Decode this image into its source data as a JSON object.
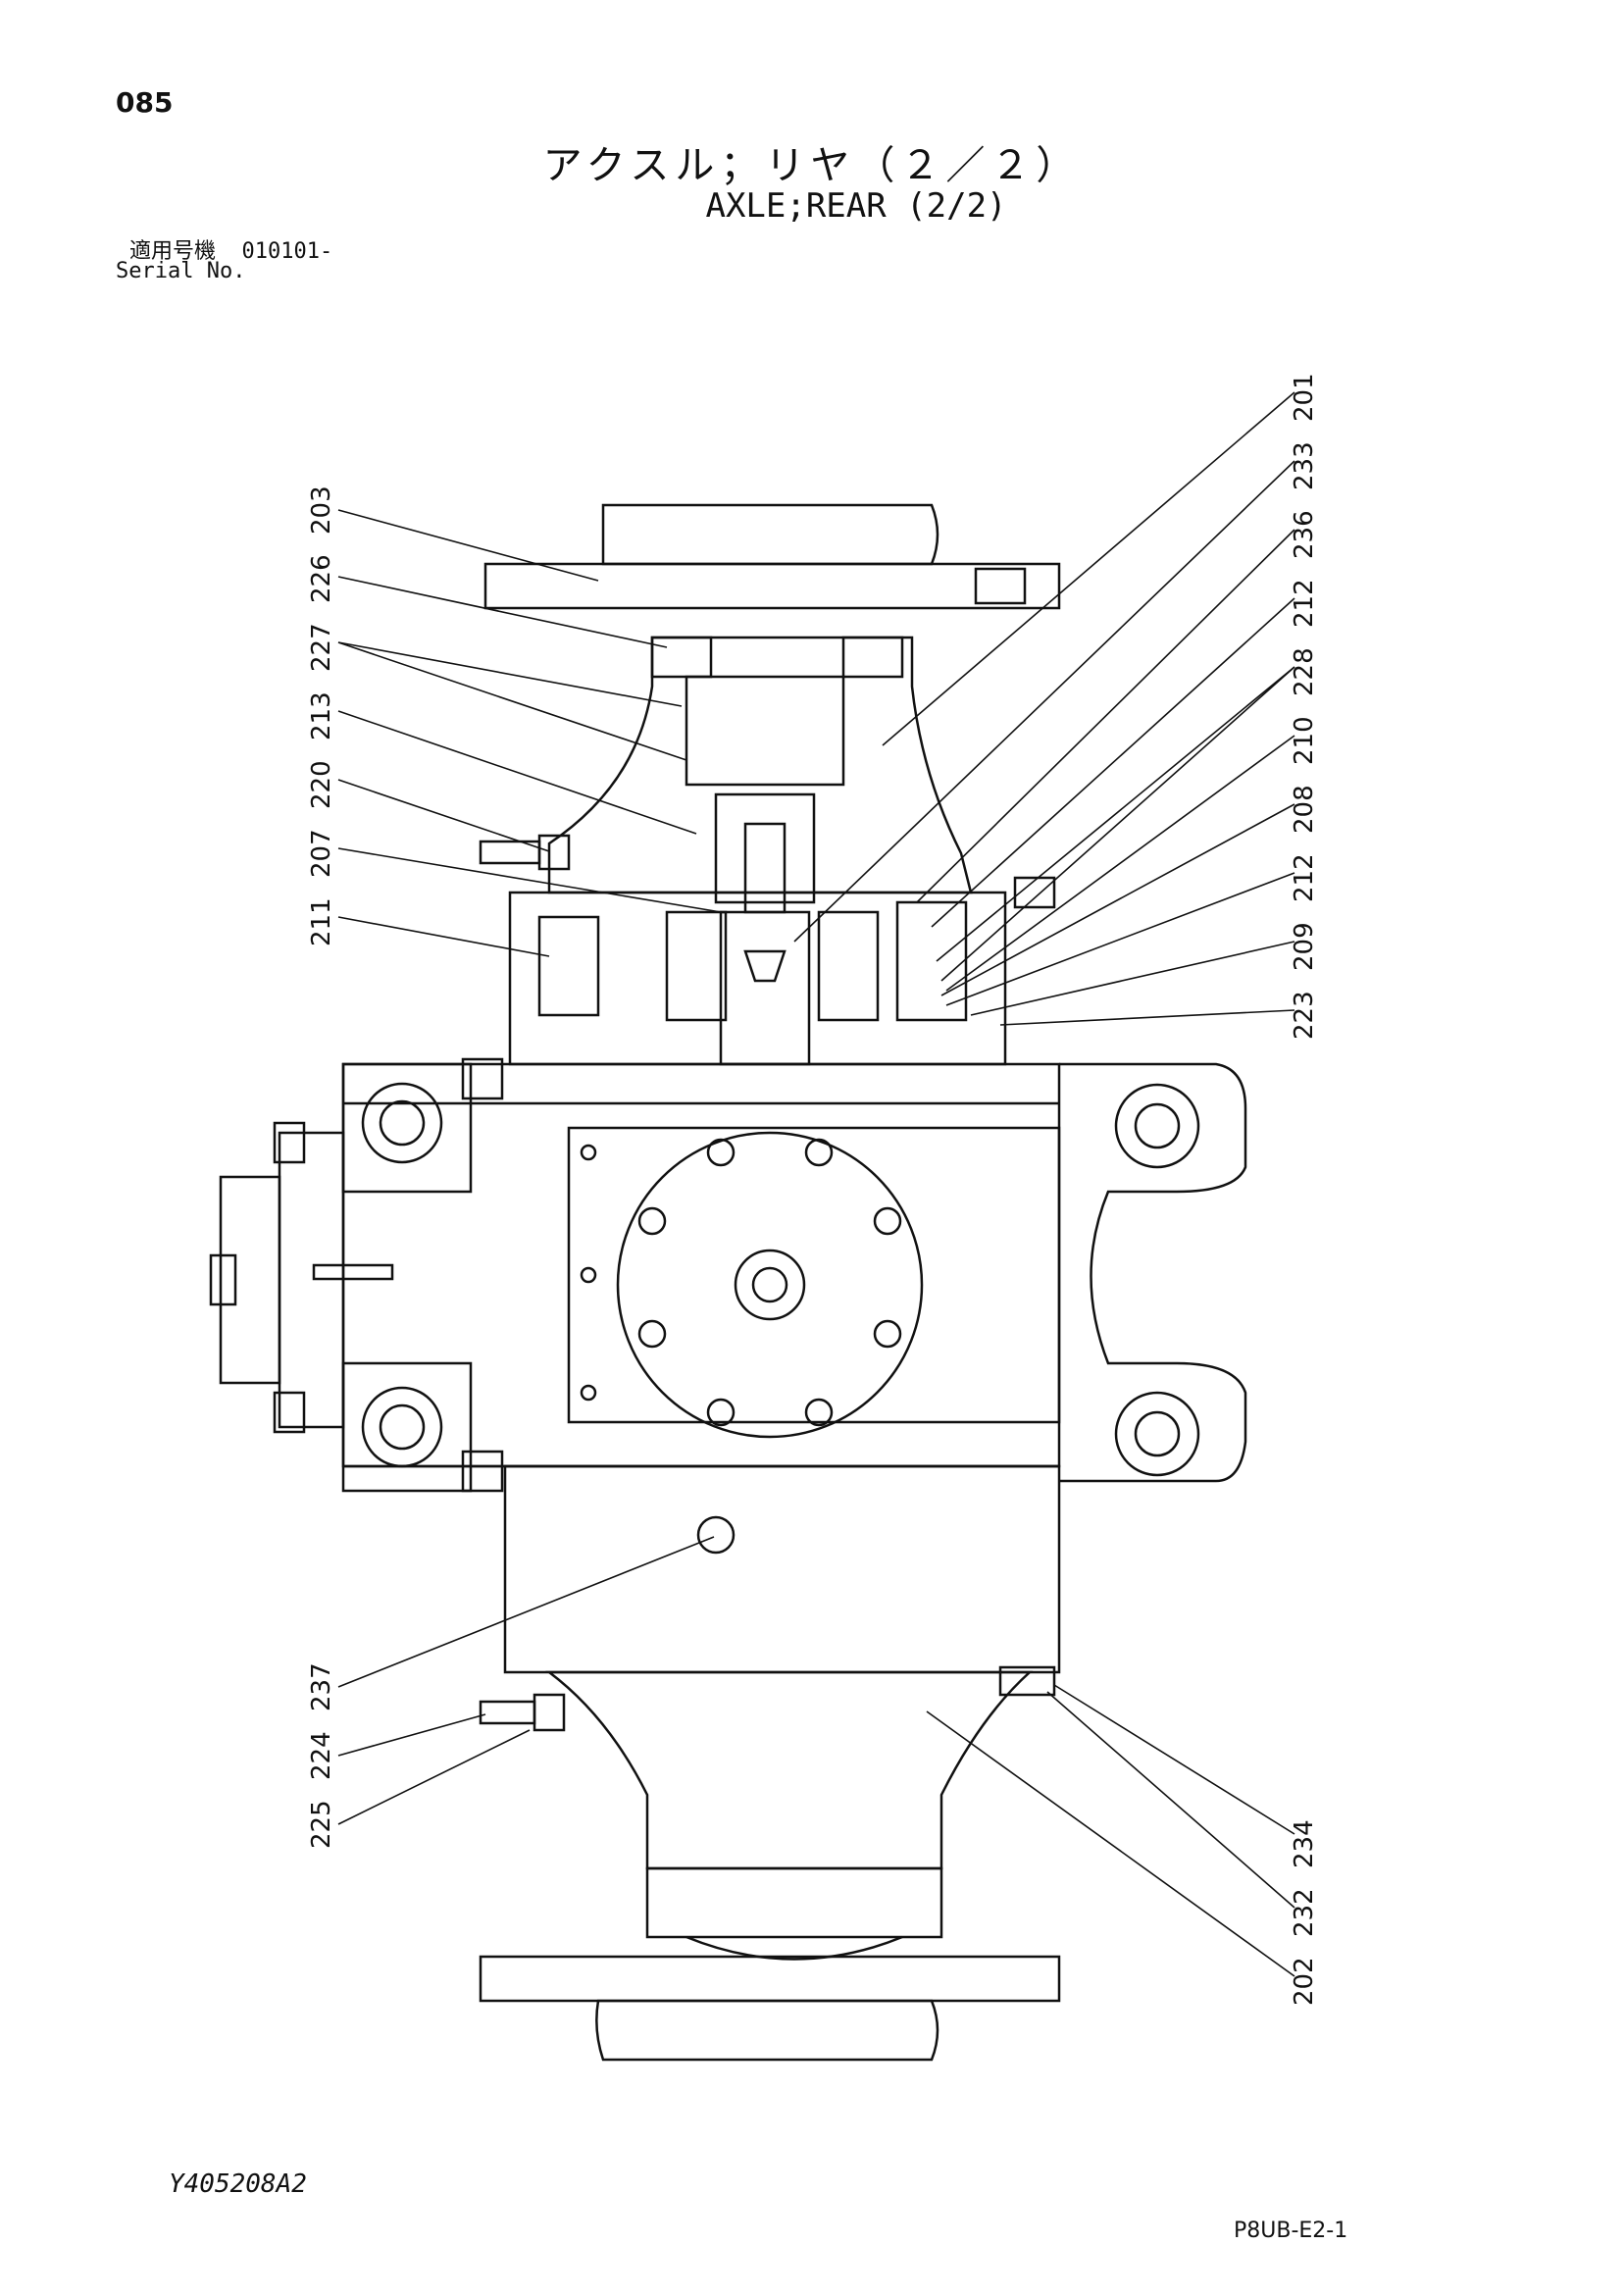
{
  "header": {
    "page_number": "085",
    "title_jp": "アクスル；リヤ（２／２）",
    "title_en": "AXLE;REAR (2/2)",
    "serial_label_jp": "適用号機",
    "serial_value": "010101-",
    "serial_label_en": "Serial No."
  },
  "footer": {
    "doc_code": "Y405208A2",
    "page_code": "P8UB-E2-1"
  },
  "diagram": {
    "left_callouts": [
      "203",
      "226",
      "227",
      "213",
      "220",
      "207",
      "211"
    ],
    "right_callouts": [
      "201",
      "233",
      "236",
      "212",
      "228",
      "210",
      "208",
      "212",
      "209",
      "223"
    ],
    "bottom_left_callouts": [
      "237",
      "224",
      "225"
    ],
    "bottom_right_callouts": [
      "234",
      "232",
      "202"
    ]
  }
}
